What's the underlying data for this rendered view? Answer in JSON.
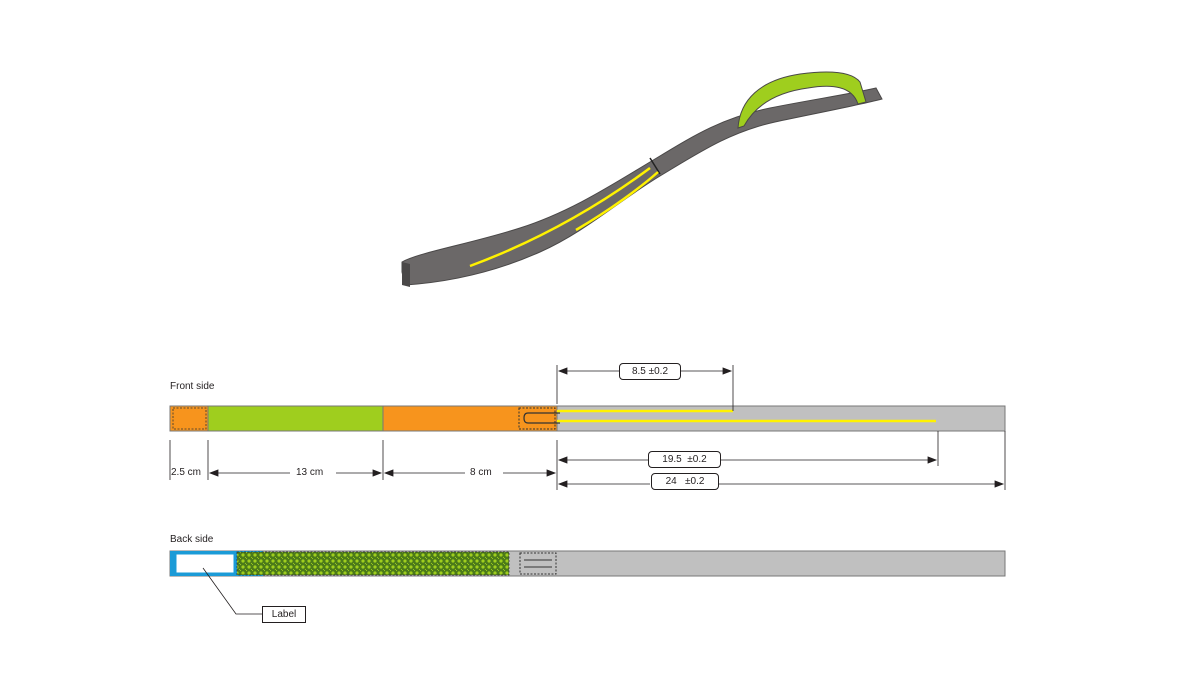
{
  "labels": {
    "front_side": "Front side",
    "back_side": "Back side",
    "label_callout": "Label"
  },
  "dimensions": {
    "seg1": "2.5 cm",
    "seg2": "13 cm",
    "seg3": "8 cm",
    "tol_short": "8.5 ±0.2",
    "tol_mid": "19.5  ±0.2",
    "tol_long": "24   ±0.2"
  },
  "colors": {
    "strap_gray": "#c0c0c0",
    "strap_dark": "#6b6868",
    "orange": "#f7941d",
    "lime": "#9fce1e",
    "yellow": "#fff200",
    "label_blue": "#1b9bd7",
    "hook_green": "#4b7a1a"
  }
}
